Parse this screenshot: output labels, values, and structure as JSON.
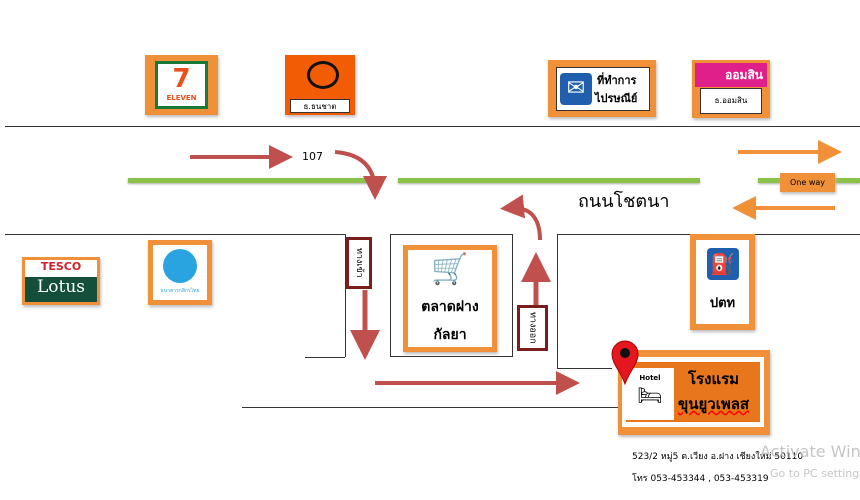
{
  "landmarks": {
    "seven_eleven": "ELEVEN",
    "thanachart_label": "ธ.ธนชาต",
    "post_office": [
      "ที่ทำการ",
      "ไปรษณีย์"
    ],
    "gsb_logo": "ออมสิน",
    "gsb_label": "ธ.ออมสิน",
    "tesco_top": "TESCO",
    "tesco_bottom": "Lotus",
    "kbank": "ธนาคารกสิกรไทย",
    "ptt": "ปตท",
    "market": [
      "ตลาดฝาง",
      "กัลยา"
    ]
  },
  "road": {
    "number": "107",
    "name": "ถนนโชตนา",
    "one_way": "One way",
    "entrance": "ทางเข้า",
    "exit": "ทางออก"
  },
  "hotel": {
    "icon_text": "Hotel",
    "name": [
      "โรงแรม",
      "ขุนยูวเพลส"
    ],
    "address": "523/2 หมู่5 ต.เวียง อ.ฝาง เชียงใหม่ 50110",
    "phone": "โทร 053-453344 , 053-453319"
  },
  "watermark": {
    "line1": "Activate Windows",
    "line2": "Go to PC settings"
  }
}
